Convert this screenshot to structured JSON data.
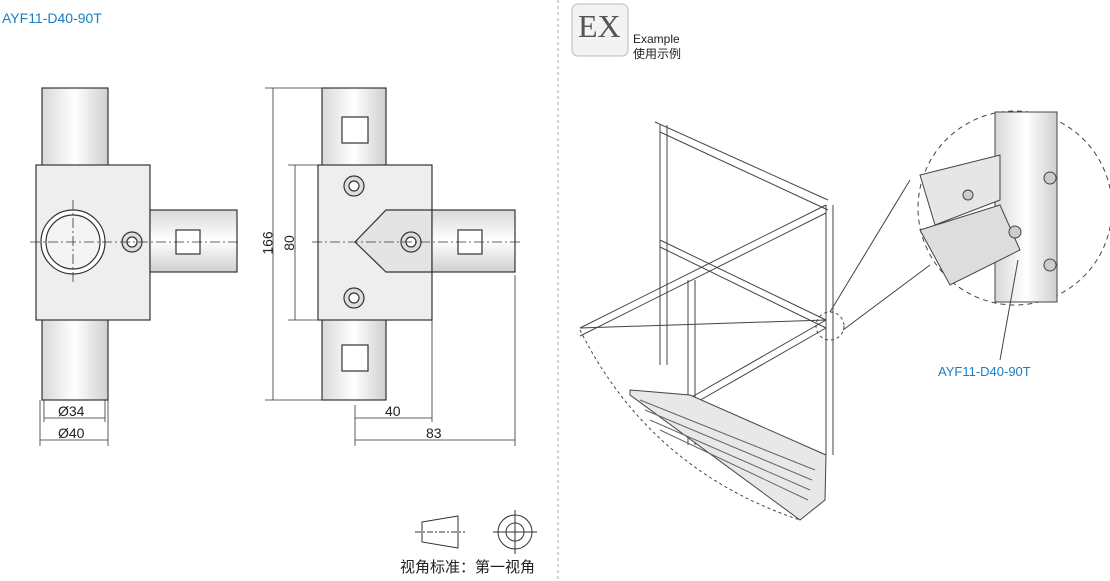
{
  "part_title": "AYF11-D40-90T",
  "dimensions": {
    "d34": "Ø34",
    "d40": "Ø40",
    "h166": "166",
    "h80": "80",
    "w40": "40",
    "w83": "83"
  },
  "example": {
    "badge": "EX",
    "label_en": "Example",
    "label_cn": "使用示例"
  },
  "callout": "AYF11-D40-90T",
  "projection": {
    "label": "视角标准：第一视角"
  }
}
